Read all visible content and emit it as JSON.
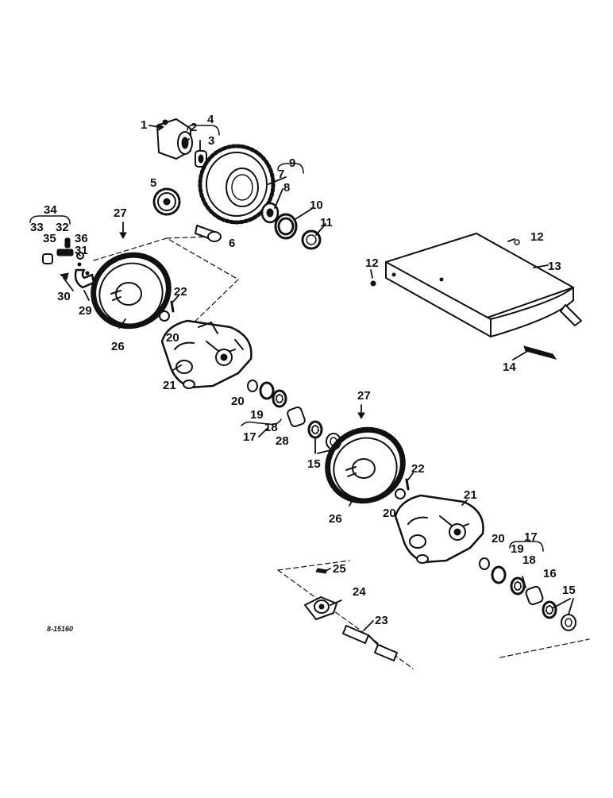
{
  "drawing_code": "8-15160",
  "callouts": {
    "n1": "1",
    "n2": "2",
    "n3": "3",
    "n4": "4",
    "n5": "5",
    "n6": "6",
    "n7": "7",
    "n8": "8",
    "n9": "9",
    "n10": "10",
    "n11": "11",
    "n12a": "12",
    "n12b": "12",
    "n13": "13",
    "n14": "14",
    "n15a": "15",
    "n15b": "15",
    "n16": "16",
    "n17a": "17",
    "n17b": "17",
    "n18a": "18",
    "n18b": "18",
    "n19a": "19",
    "n19b": "19",
    "n20a": "20",
    "n20b": "20",
    "n20c": "20",
    "n20d": "20",
    "n21a": "21",
    "n21b": "21",
    "n22a": "22",
    "n22b": "22",
    "n23": "23",
    "n24": "24",
    "n25": "25",
    "n26a": "26",
    "n26b": "26",
    "n27a": "27",
    "n27b": "27",
    "n28": "28",
    "n29": "29",
    "n30": "30",
    "n31": "31",
    "n32": "32",
    "n33": "33",
    "n34": "34",
    "n35": "35",
    "n36": "36"
  }
}
